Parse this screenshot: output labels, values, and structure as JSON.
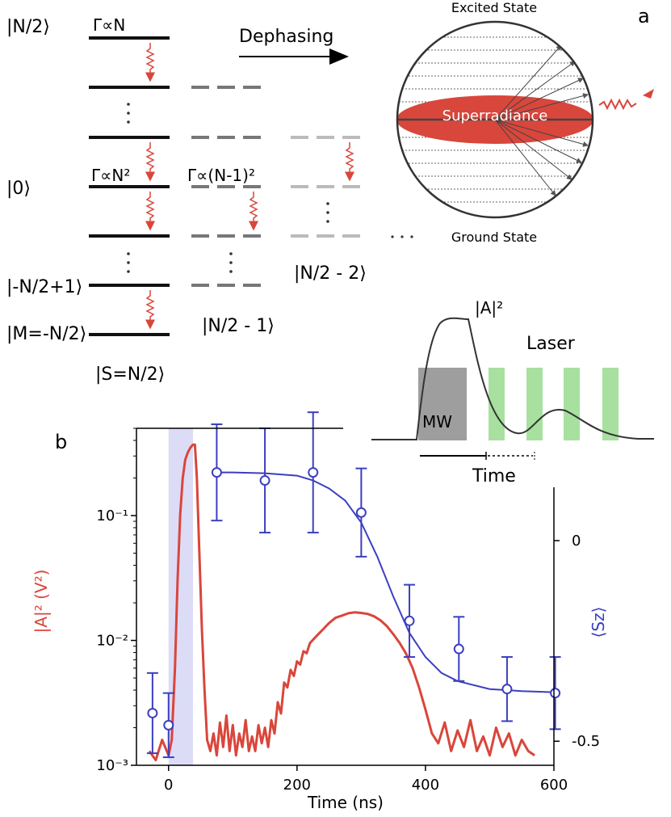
{
  "panel_a": {
    "label": "a",
    "ladder_labels": {
      "top": "|N/2⟩",
      "zero": "|0⟩",
      "lower": "|-N/2+1⟩",
      "bottom": "|M=-N/2⟩",
      "total_spin": "|S=N/2⟩",
      "col2": "|N/2 - 1⟩",
      "col3": "|N/2 - 2⟩"
    },
    "rate_top": "Γ∝N",
    "rate_middle": "Γ∝N²",
    "rate_col2": "Γ∝(N-1)²",
    "dephasing": "Dephasing",
    "sphere": {
      "excited": "Excited State",
      "ground": "Ground State",
      "superradiance": "Superradiance"
    },
    "inset": {
      "amplitude_label": "|A|²",
      "laser_label": "Laser",
      "mw_label": "MW",
      "time_label": "Time"
    },
    "colors": {
      "emission": "#d9463b",
      "laser": "#a8e0a0",
      "mw": "#9e9e9e"
    }
  },
  "panel_b": {
    "label": "b",
    "chart_data": {
      "type": "line",
      "xlabel": "Time (ns)",
      "ylabel_left": "|A|² (V²)",
      "ylabel_right": "⟨Sz⟩",
      "xlim": [
        -50,
        600
      ],
      "ylim_left": [
        0.001,
        0.5
      ],
      "left_scale": "log",
      "ylim_right": [
        -0.56,
        0.28
      ],
      "x_ticks": [
        0,
        200,
        400,
        600
      ],
      "x_tick_labels": [
        "0",
        "200",
        "400",
        "600"
      ],
      "left_tick_labels": [
        "10⁻³",
        "10⁻²",
        "10⁻¹"
      ],
      "right_ticks": [
        0,
        -0.5
      ],
      "right_tick_labels": [
        "0",
        "-0.5"
      ],
      "shaded_interval": [
        0,
        38
      ],
      "series": [
        {
          "name": "|A|²",
          "axis": "left",
          "color": "#d9463b",
          "points": [
            [
              -30,
              0.0013
            ],
            [
              -20,
              0.0011
            ],
            [
              -10,
              0.0016
            ],
            [
              0,
              0.0012
            ],
            [
              5,
              0.0016
            ],
            [
              10,
              0.006
            ],
            [
              14,
              0.03
            ],
            [
              18,
              0.1
            ],
            [
              22,
              0.2
            ],
            [
              26,
              0.28
            ],
            [
              30,
              0.32
            ],
            [
              34,
              0.35
            ],
            [
              38,
              0.37
            ],
            [
              41,
              0.37
            ],
            [
              44,
              0.2
            ],
            [
              48,
              0.05
            ],
            [
              52,
              0.012
            ],
            [
              56,
              0.004
            ],
            [
              60,
              0.0016
            ],
            [
              65,
              0.0013
            ],
            [
              70,
              0.0018
            ],
            [
              75,
              0.0012
            ],
            [
              80,
              0.0022
            ],
            [
              85,
              0.0014
            ],
            [
              90,
              0.0025
            ],
            [
              95,
              0.0013
            ],
            [
              100,
              0.0021
            ],
            [
              105,
              0.0012
            ],
            [
              110,
              0.0018
            ],
            [
              115,
              0.0014
            ],
            [
              120,
              0.0023
            ],
            [
              125,
              0.0013
            ],
            [
              130,
              0.0017
            ],
            [
              135,
              0.0013
            ],
            [
              140,
              0.0021
            ],
            [
              145,
              0.0015
            ],
            [
              150,
              0.002
            ],
            [
              155,
              0.0014
            ],
            [
              160,
              0.0023
            ],
            [
              165,
              0.0018
            ],
            [
              170,
              0.0032
            ],
            [
              175,
              0.0026
            ],
            [
              180,
              0.0046
            ],
            [
              185,
              0.0042
            ],
            [
              190,
              0.0058
            ],
            [
              195,
              0.0052
            ],
            [
              200,
              0.0068
            ],
            [
              205,
              0.0064
            ],
            [
              210,
              0.0082
            ],
            [
              215,
              0.0079
            ],
            [
              220,
              0.0095
            ],
            [
              230,
              0.0108
            ],
            [
              240,
              0.0122
            ],
            [
              250,
              0.0138
            ],
            [
              260,
              0.0152
            ],
            [
              270,
              0.0158
            ],
            [
              280,
              0.0165
            ],
            [
              290,
              0.0168
            ],
            [
              300,
              0.0166
            ],
            [
              310,
              0.0163
            ],
            [
              320,
              0.0156
            ],
            [
              330,
              0.0145
            ],
            [
              340,
              0.013
            ],
            [
              350,
              0.0112
            ],
            [
              360,
              0.0095
            ],
            [
              370,
              0.0078
            ],
            [
              380,
              0.006
            ],
            [
              390,
              0.0042
            ],
            [
              400,
              0.0028
            ],
            [
              410,
              0.0018
            ],
            [
              420,
              0.0015
            ],
            [
              430,
              0.0022
            ],
            [
              440,
              0.0013
            ],
            [
              450,
              0.0019
            ],
            [
              460,
              0.0014
            ],
            [
              470,
              0.0023
            ],
            [
              480,
              0.0013
            ],
            [
              490,
              0.0017
            ],
            [
              500,
              0.0012
            ],
            [
              510,
              0.002
            ],
            [
              520,
              0.0014
            ],
            [
              530,
              0.0018
            ],
            [
              540,
              0.0012
            ],
            [
              550,
              0.0016
            ],
            [
              560,
              0.0013
            ],
            [
              570,
              0.0012
            ]
          ]
        },
        {
          "name": "⟨Sz⟩ data",
          "axis": "right",
          "color": "#3b3fbf",
          "x": [
            -25,
            0,
            75,
            150,
            225,
            300,
            375,
            452,
            527,
            602
          ],
          "y": [
            -0.43,
            -0.46,
            0.17,
            0.15,
            0.17,
            0.07,
            -0.2,
            -0.27,
            -0.37,
            -0.38
          ],
          "err": [
            0.1,
            0.08,
            0.12,
            0.13,
            0.15,
            0.11,
            0.09,
            0.08,
            0.08,
            0.09
          ]
        },
        {
          "name": "⟨Sz⟩ fit",
          "axis": "right",
          "color": "#3b3fbf",
          "x": [
            75,
            100,
            150,
            200,
            225,
            250,
            275,
            300,
            325,
            350,
            375,
            400,
            425,
            450,
            500,
            550,
            600
          ],
          "y": [
            0.17,
            0.17,
            0.168,
            0.162,
            0.15,
            0.13,
            0.1,
            0.045,
            -0.04,
            -0.14,
            -0.23,
            -0.29,
            -0.33,
            -0.35,
            -0.37,
            -0.375,
            -0.378
          ]
        }
      ]
    }
  }
}
